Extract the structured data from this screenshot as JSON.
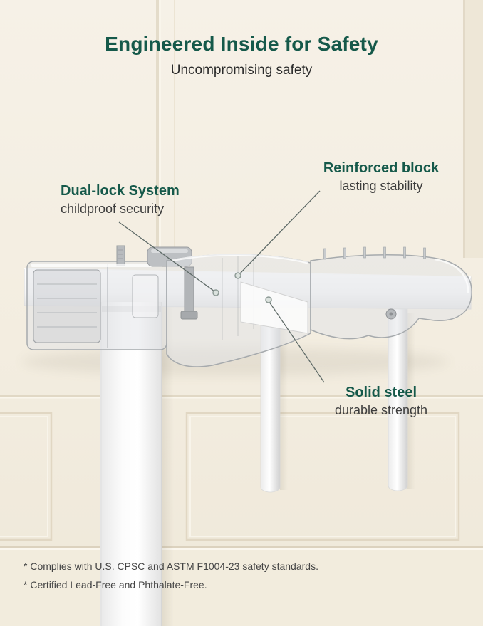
{
  "hero": {
    "title": "Engineered Inside for Safety",
    "subtitle": "Uncompromising safety"
  },
  "callouts": [
    {
      "id": "dual-lock-system",
      "title": "Dual-lock System",
      "subtitle": "childproof security"
    },
    {
      "id": "reinforced-block",
      "title": "Reinforced block",
      "subtitle": "lasting stability"
    },
    {
      "id": "solid-steel",
      "title": "Solid steel",
      "subtitle": "durable strength"
    }
  ],
  "footnotes": [
    "* Complies with U.S. CPSC and ASTM F1004-23 safety standards.",
    "* Certified Lead-Free and Phthalate-Free."
  ],
  "scene": {
    "subject": "transparent baby-gate lock mechanism mounted on white gate rail with posts",
    "wall": "cream paneled wainscot wall"
  },
  "colors": {
    "accent_green": "#15594A",
    "body_text": "#2B2B2B",
    "note_text": "#454545",
    "wall_cream": "#F3EDE0"
  }
}
